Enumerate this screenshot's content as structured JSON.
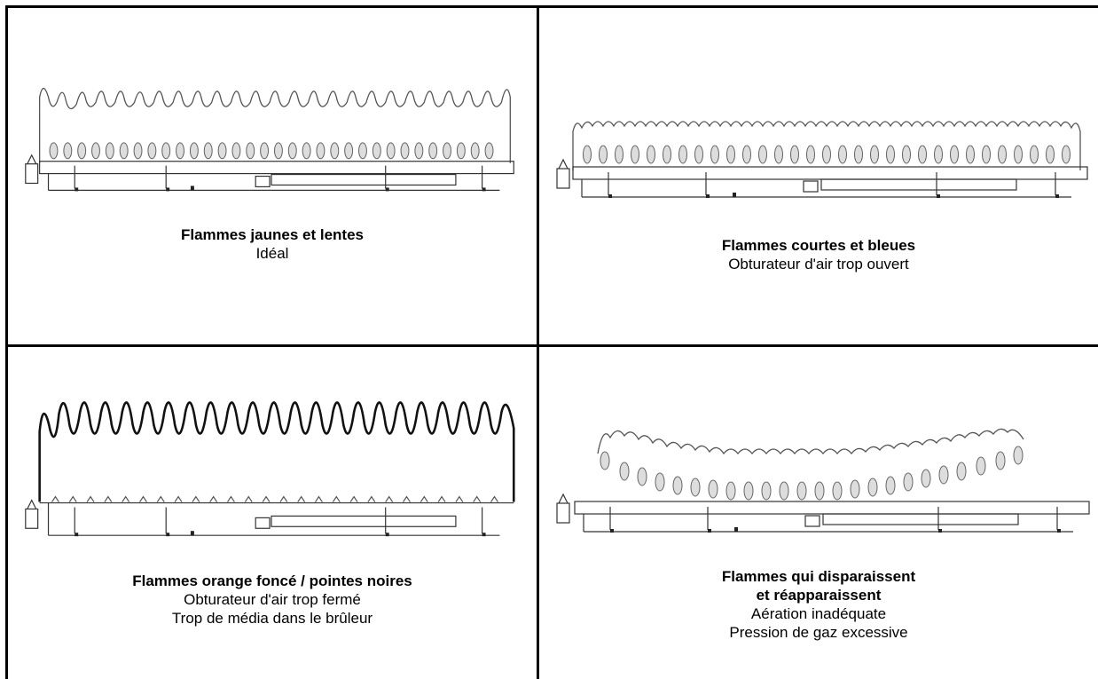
{
  "panels": [
    {
      "id": "p1",
      "title_lines": [
        "Flammes jaunes et lentes"
      ],
      "notes": [
        "Idéal"
      ],
      "flame_style": "tall-yellow"
    },
    {
      "id": "p2",
      "title_lines": [
        "Flammes courtes et bleues"
      ],
      "notes": [
        "Obturateur d'air trop ouvert"
      ],
      "flame_style": "short-blue"
    },
    {
      "id": "p3",
      "title_lines": [
        "Flammes orange foncé / pointes noires"
      ],
      "notes": [
        "Obturateur d'air trop fermé",
        "Trop de média dans le brûleur"
      ],
      "flame_style": "tall-dark"
    },
    {
      "id": "p4",
      "title_lines": [
        "Flammes qui disparaissent",
        "et réapparaissent"
      ],
      "notes": [
        "Aération inadéquate",
        "Pression de gaz excessive"
      ],
      "flame_style": "lifting"
    }
  ]
}
